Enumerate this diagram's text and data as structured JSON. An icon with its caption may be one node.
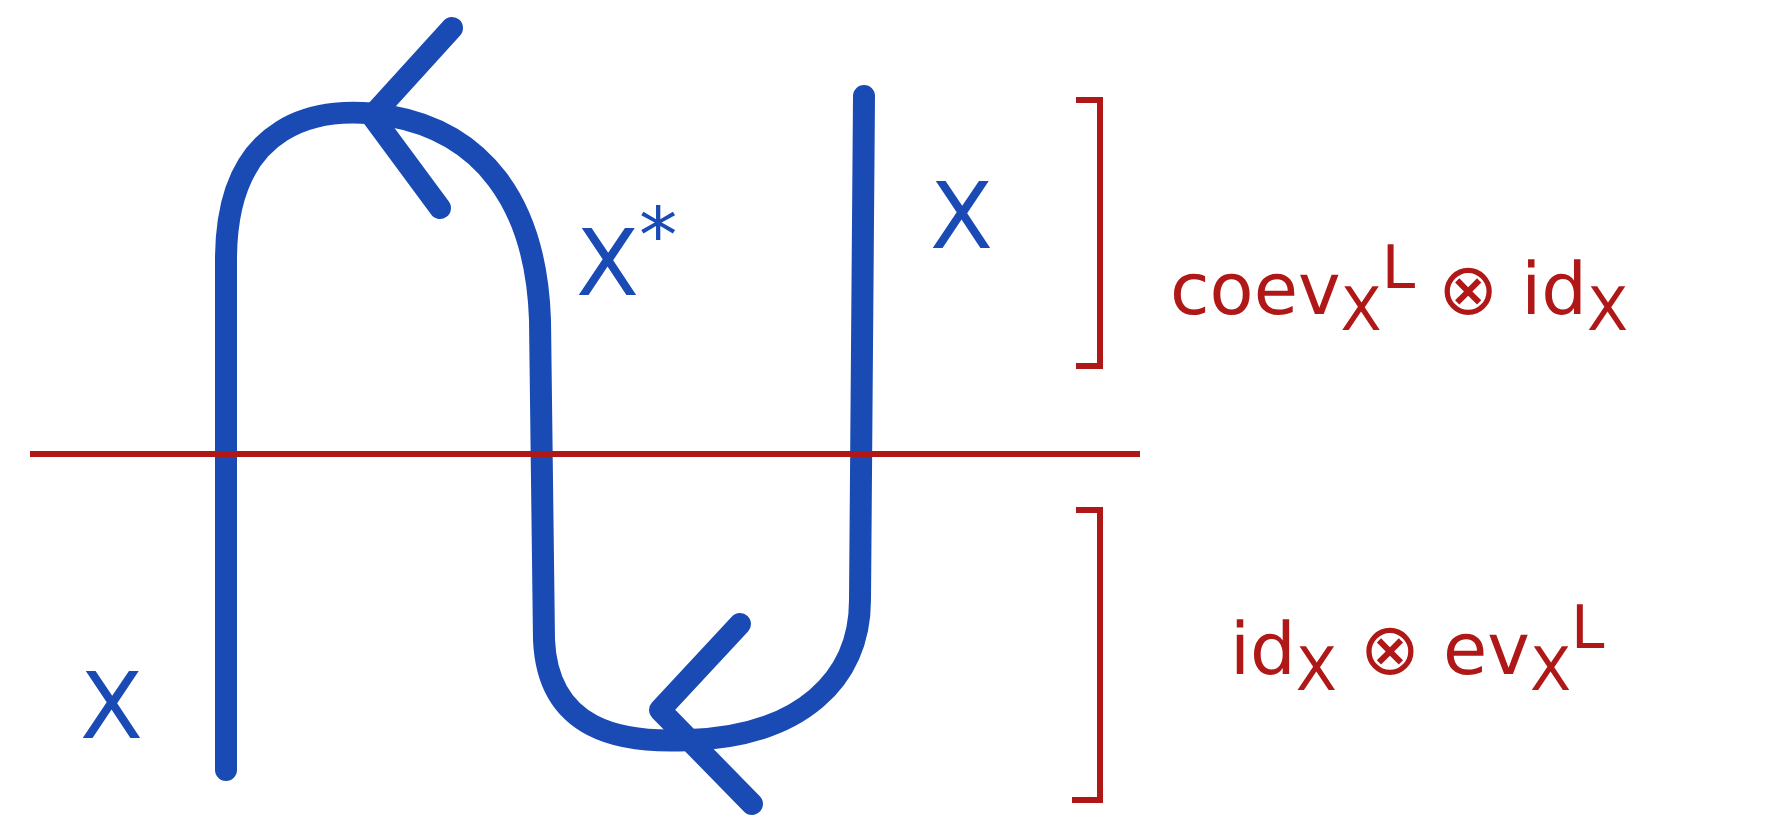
{
  "diagram": {
    "labels": [
      "X",
      "X$^{*}$",
      "coev$_{X}$$^{L}$ ⊗ id$_{X}$",
      "id$_{X}$ ⊗ ev$_{X}$$^{L}$",
      "X"
    ]
  }
}
